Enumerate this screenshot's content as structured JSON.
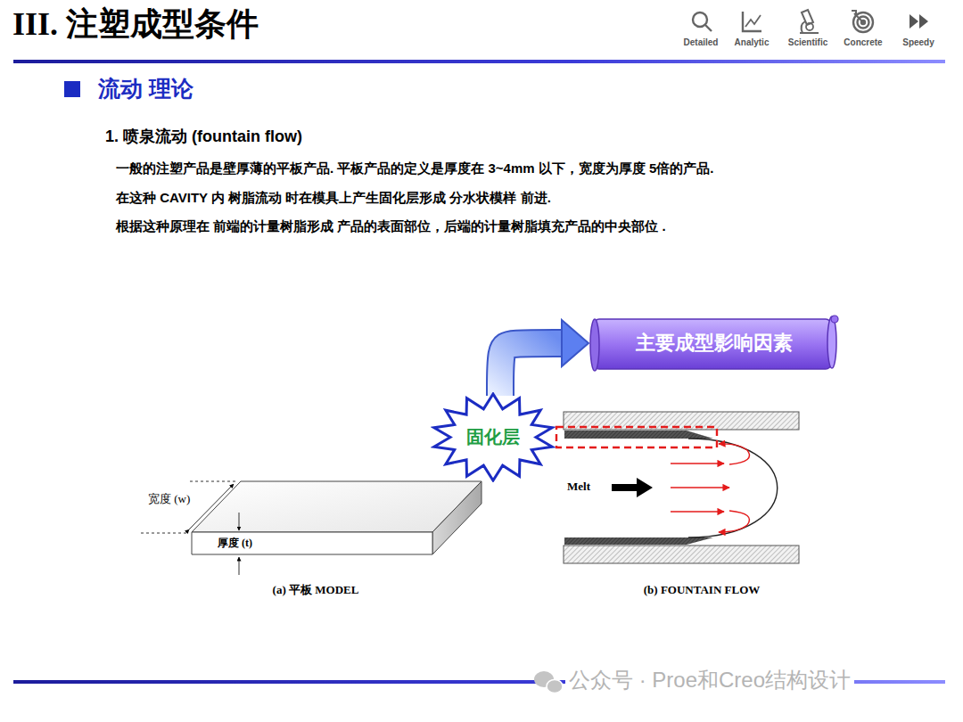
{
  "diagram": {
    "title": "III. 注塑成型条件",
    "nodes": [
      {
        "text": [
          "固化层"
        ]
      },
      {
        "text": [
          "主要成型影响因素"
        ]
      }
    ],
    "edges": [
      {
        "from": 0,
        "to": 1,
        "arrow": "to"
      }
    ],
    "labels": [
      "Detailed",
      "Analytic",
      "Scientific",
      "Concrete",
      "Speedy",
      "流动 理论",
      "1. 喷泉流动 (fountain flow)",
      "一般的注塑产品是壁厚薄的平板产品. 平板产品的定义是厚度在 3~4mm 以下，宽度为厚度 5倍的产品.",
      "在这种 CAVITY 内 树脂流动 时在模具上产生固化层形成 分水状模样 前进.",
      "根据这种原理在 前端的计量树脂形成 产品的表面部位，后端的计量树脂填充产品的中央部位 .",
      "宽度 (w)",
      "厚度 (t)",
      "(a) 平板 MODEL",
      "Melt",
      "(b) FOUNTAIN FLOW",
      "公众号 · Proe和Creo结构设计"
    ]
  }
}
